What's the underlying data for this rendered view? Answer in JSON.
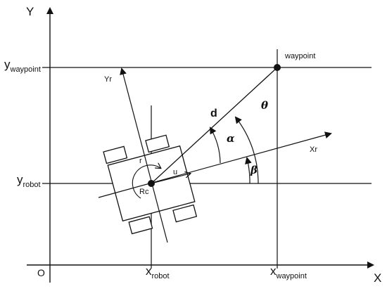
{
  "axes": {
    "y_label": "Y",
    "x_label": "X",
    "origin_label": "O"
  },
  "labels": {
    "y_waypoint_main": "y",
    "y_waypoint_sub": "waypoint",
    "y_robot_main": "y",
    "y_robot_sub": "robot",
    "x_robot_main": "x",
    "x_robot_sub": "robot",
    "x_waypoint_main": "x",
    "x_waypoint_sub": "waypoint",
    "waypoint": "waypoint",
    "robot_x_axis": "Xr",
    "robot_y_axis": "Yr",
    "robot_center": "Rc",
    "distance": "d",
    "theta": "θ",
    "alpha": "α",
    "beta": "β",
    "angular_vel": "r",
    "linear_vel": "u"
  }
}
